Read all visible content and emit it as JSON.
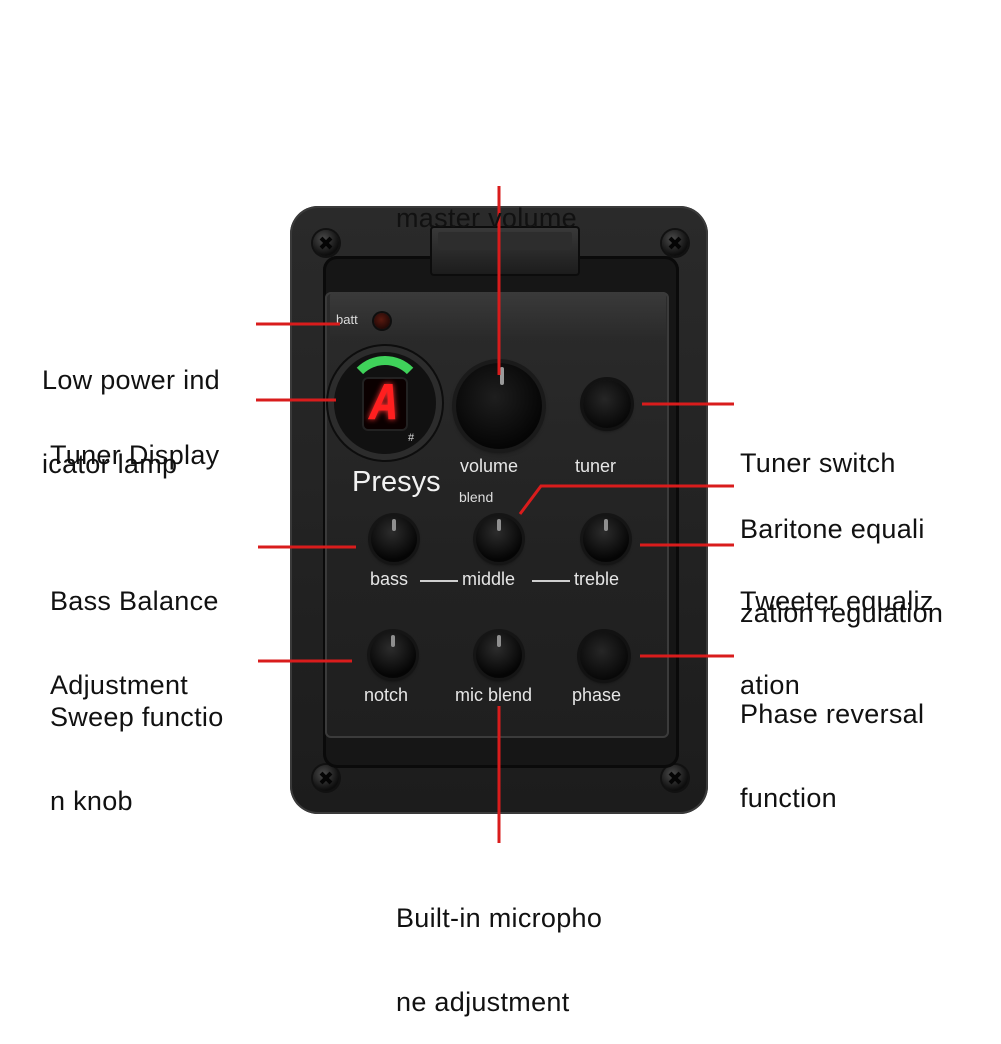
{
  "panel": {
    "brand": "Presys",
    "brand_sub": "blend",
    "batt_label": "batt",
    "tuner_char": "A",
    "tuner_sharp": "#",
    "controls": {
      "volume": "volume",
      "tuner": "tuner",
      "bass": "bass",
      "middle": "middle",
      "treble": "treble",
      "notch": "notch",
      "mic_blend": "mic blend",
      "phase": "phase"
    }
  },
  "callouts": {
    "master_volume": [
      "master volume"
    ],
    "low_power": [
      "Low power ind",
      "icator lamp"
    ],
    "tuner_display": [
      "Tuner Display"
    ],
    "tuner_switch": [
      "Tuner switch"
    ],
    "baritone": [
      "Baritone equali",
      "zation regulation"
    ],
    "bass_balance": [
      "Bass Balance",
      "Adjustment"
    ],
    "tweeter": [
      "Tweeter equaliz",
      "ation"
    ],
    "sweep": [
      "Sweep functio",
      "n knob"
    ],
    "phase_reversal": [
      "Phase reversal",
      "function"
    ],
    "mic_adjust": [
      "Built-in micropho",
      "ne adjustment"
    ]
  },
  "colors": {
    "leader_line": "#d91c1c",
    "tuner_led": "#ff1f1f",
    "tuner_arc": "#3fd25a"
  }
}
